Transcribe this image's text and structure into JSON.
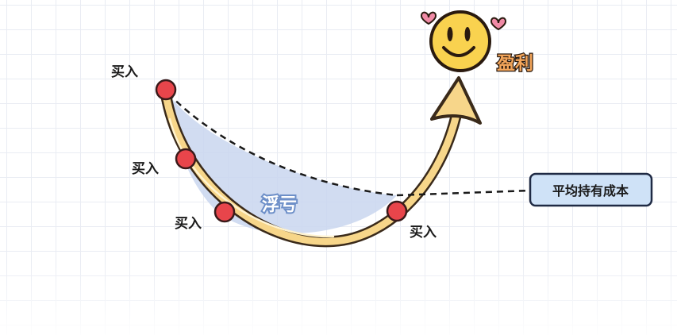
{
  "diagram": {
    "buy_labels": [
      "买入",
      "买入",
      "买入",
      "买入"
    ],
    "floating_loss_label": "浮亏",
    "profit_label": "盈利",
    "avg_cost_label": "平均持有成本",
    "colors": {
      "curve_fill": "#f7d68a",
      "curve_outline": "#3a2a1a",
      "loss_area": "#c9d6ee",
      "buy_point": "#e8454b",
      "cost_box": "#cfe2f7",
      "cost_box_border": "#1f2a44",
      "smiley_face": "#f9d24f",
      "heart": "#f08aa6",
      "profit_text": "#f4a65b"
    },
    "icons": [
      "smiley-face-icon",
      "heart-icon",
      "arrow-head-icon"
    ]
  }
}
